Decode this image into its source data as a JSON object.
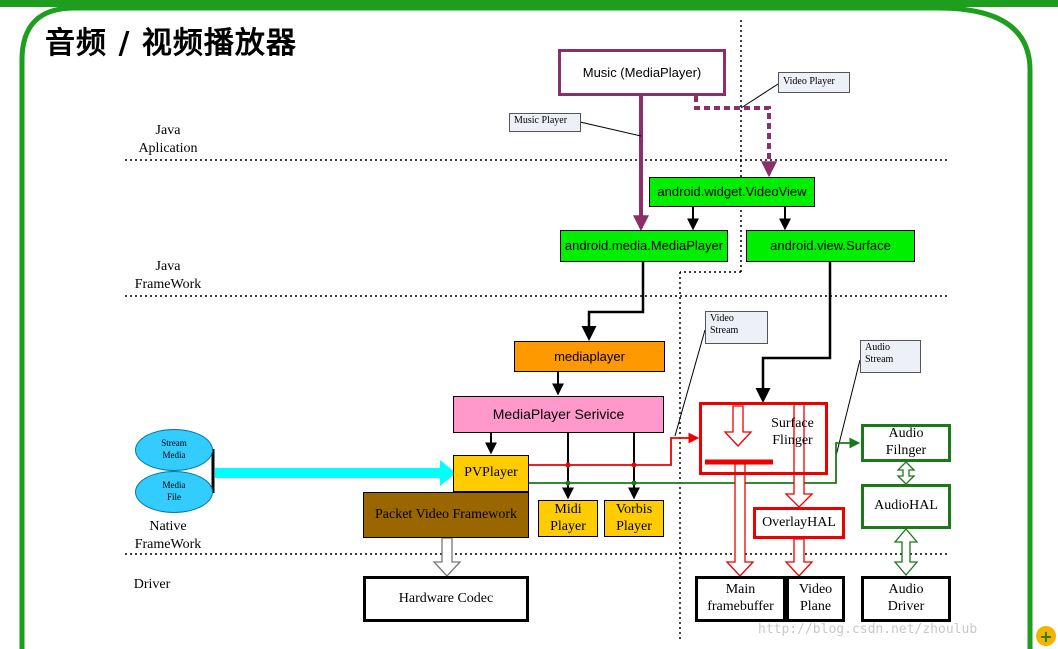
{
  "title": "音频 / 视频播放器",
  "layers": {
    "java_application": "Java\nAplication",
    "java_framework": "Java\nFrameWork",
    "native_framework": "Native\nFrameWork",
    "driver": "Driver"
  },
  "boxes": {
    "music_mediaplayer": "Music (MediaPlayer)",
    "videoview": "android.widget.VideoView",
    "media_mediaplayer": "android.media.MediaPlayer",
    "view_surface": "android.view.Surface",
    "mediaplayer": "mediaplayer",
    "mediaplayer_service": "MediaPlayer  Serivice",
    "pvplayer": "PVPlayer",
    "packet_video_framework": "Packet Video Framework",
    "midi_player": "Midi\nPlayer",
    "vorbis_player": "Vorbis\nPlayer",
    "surface_flinger": "Surface\nFlinger",
    "overlay_hal": "OverlayHAL",
    "audio_flinger": "Audio\nFilnger",
    "audio_hal": "AudioHAL",
    "hardware_codec": "Hardware Codec",
    "main_framebuffer": "Main\nframebuffer",
    "video_plane": "Video\nPlane",
    "audio_driver": "Audio\nDriver"
  },
  "callouts": {
    "music_player": "Music Player",
    "video_player": "Video Player",
    "video_stream": "Video\nStream",
    "audio_stream": "Audio\nStream"
  },
  "ellipses": {
    "stream_media": "Stream\nMedia",
    "media_file": "Media\nFile"
  },
  "watermark": "http://blog.csdn.net/zhoulub",
  "colors": {
    "frame_green": "#1e9e1e",
    "purple": "#8b2f6b",
    "green_box": "#00ee00",
    "orange_box": "#ff9900",
    "pink_box": "#ff99cc",
    "yellow_box": "#ffcc00",
    "brown_box": "#996600",
    "red": "#ee0000",
    "dark_green": "#1a7a1a",
    "cyan": "#00ffff"
  }
}
